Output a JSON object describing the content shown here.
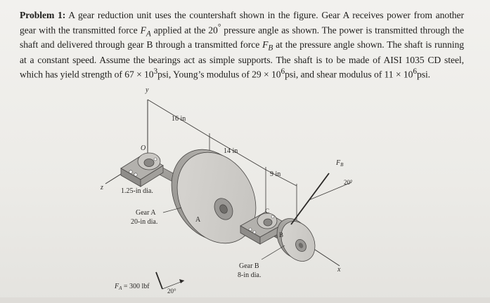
{
  "problem": {
    "label": "Problem 1",
    "text_1": "A gear reduction unit uses the countershaft shown in the figure. Gear A receives power from another gear with the transmitted force ",
    "text_2": " applied at the 20",
    "text_3": " pressure angle as shown. The power is transmitted through the shaft and delivered through gear B through a transmitted force ",
    "text_4": " at the pressure angle shown. The shaft is running at a constant speed. Assume the bearings act as simple supports. The shaft is to be made of AISI 1035 CD steel, which has yield strength of 67 × 10",
    "text_5": "psi, Young’s modulus of 29 × 10",
    "text_6": "psi, and shear modulus of 11 × 10",
    "text_7": "psi.",
    "fa_symbol": "F",
    "fa_sub": "A",
    "fb_symbol": "F",
    "fb_sub": "B",
    "deg": "°",
    "exp_yield": "3",
    "exp_young": "6",
    "exp_shear": "6"
  },
  "figure": {
    "y_axis": "y",
    "x_axis": "x",
    "z_axis": "z",
    "origin": "O",
    "dim_16": "16 in",
    "dim_14": "14 in",
    "dim_9": "9 in",
    "shaft_dia": "1.25-in dia.",
    "gear_a_line1": "Gear A",
    "gear_a_line2": "20-in dia.",
    "label_a": "A",
    "label_b": "B",
    "label_c": "C",
    "gear_b_line1": "Gear B",
    "gear_b_line2": "8-in dia.",
    "fa_label": "F",
    "fa_sub": "A",
    "fa_value": " = 300 lbf",
    "angle_a": "20°",
    "fb_label": "F",
    "fb_sub": "B",
    "angle_b": "20°"
  }
}
